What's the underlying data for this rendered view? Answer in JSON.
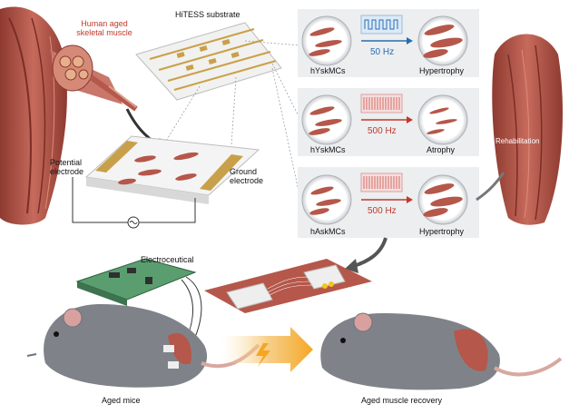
{
  "figure": {
    "muscle_label": "Human aged\nskeletal muscle",
    "substrate_label": "HiTESS substrate",
    "potential_electrode": "Potential\nelectrode",
    "ground_electrode": "Ground\nelectrode",
    "rehabilitation": "Rehabilitation",
    "electroceutical": "Electroceutical",
    "aged_mice": "Aged mice",
    "recovery": "Aged muscle recovery"
  },
  "panels": [
    {
      "cell": "hYskMCs",
      "freq": "50 Hz",
      "outcome": "Hypertrophy",
      "waveform": "square-wave-icon",
      "freq_color": "#2b6cb0"
    },
    {
      "cell": "hYskMCs",
      "freq": "500 Hz",
      "outcome": "Atrophy",
      "waveform": "dense-wave-icon",
      "freq_color": "#c0392b"
    },
    {
      "cell": "hAskMCs",
      "freq": "500 Hz",
      "outcome": "Hypertrophy",
      "waveform": "dense-wave-icon",
      "freq_color": "#c0392b"
    }
  ],
  "colors": {
    "muscle": "#b5574a",
    "electrode_gold": "#c9a04a",
    "panel_bg": "#eceef0",
    "arrow_blue": "#2b6cb0",
    "arrow_red": "#c0392b",
    "stim_arrow": "#f5a623"
  }
}
